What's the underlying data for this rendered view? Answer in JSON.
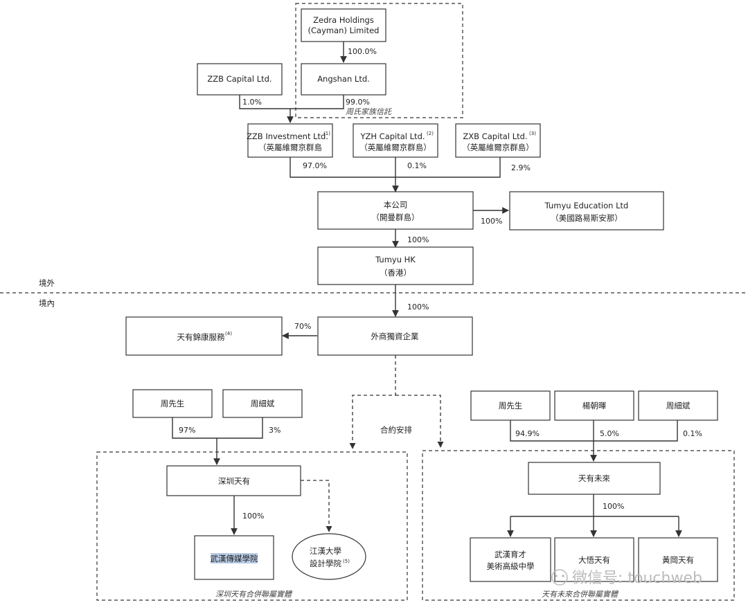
{
  "boxes": {
    "zedra": [
      "Zedra Holdings",
      "(Cayman) Limited"
    ],
    "angshan": "Angshan Ltd.",
    "zzb_capital": "ZZB Capital Ltd.",
    "zzb_investment": [
      "ZZB Investment Ltd.",
      "（英屬維爾京群島"
    ],
    "zzb_investment_note": "(1)",
    "yzh_capital": [
      "YZH Capital Ltd.",
      "（英屬維爾京群島）"
    ],
    "yzh_capital_note": "(2)",
    "zxb_capital": [
      "ZXB Capital Ltd.",
      "（英屬維爾京群島）"
    ],
    "zxb_capital_note": "(3)",
    "company": [
      "本公司",
      "（開曼群島）"
    ],
    "tumyu_education": [
      "Tumyu Education Ltd",
      "（美國路易斯安那）"
    ],
    "tumyu_hk": [
      "Tumyu HK",
      "（香港）"
    ],
    "wfoe": "外商獨資企業",
    "tianyou_jinkang": "天有錦康服務",
    "tianyou_jinkang_note": "(4)",
    "mr_zhou_left": "周先生",
    "zhou_xibin_left": "周細斌",
    "shenzhen_tianyou": "深圳天有",
    "wuhan_media": "武漢傳媒學院",
    "jianghan_design": [
      "江漢大學",
      "設計學院"
    ],
    "jianghan_design_note": "(5)",
    "mr_zhou_right": "周先生",
    "yang_chaohui": "楊朝暉",
    "zhou_xibin_right": "周細斌",
    "tianyou_future": "天有未來",
    "wuhan_yucai": [
      "武漢育才",
      "美術高級中學"
    ],
    "dawu_tianyou": "大悟天有",
    "huanggang_tianyou": "黃岡天有"
  },
  "edges": {
    "zedra_angshan": "100.0%",
    "zzb_capital_inv": "1.0%",
    "angshan_inv": "99.0%",
    "zzb_inv_company": "97.0%",
    "yzh_company": "0.1%",
    "zxb_company": "2.9%",
    "company_education": "100%",
    "company_hk": "100%",
    "hk_wfoe": "100%",
    "wfoe_jinkang": "70%",
    "contract": "合約安排",
    "zhou_shenzhen": "97%",
    "zhoux_shenzhen": "3%",
    "shenzhen_wuhan": "100%",
    "zhou_future": "94.9%",
    "yang_future": "5.0%",
    "zhoux_future": "0.1%",
    "future_schools": "100%"
  },
  "groups": {
    "family_trust": "周氏家族信託",
    "shenzhen_vie": "深圳天有合併聯屬實體",
    "future_vie": "天有未來合併聯屬實體"
  },
  "zones": {
    "offshore": "境外",
    "onshore": "境內"
  },
  "watermark": "微信号: touchweb",
  "colors": {
    "highlight": "#b9cbe6"
  }
}
